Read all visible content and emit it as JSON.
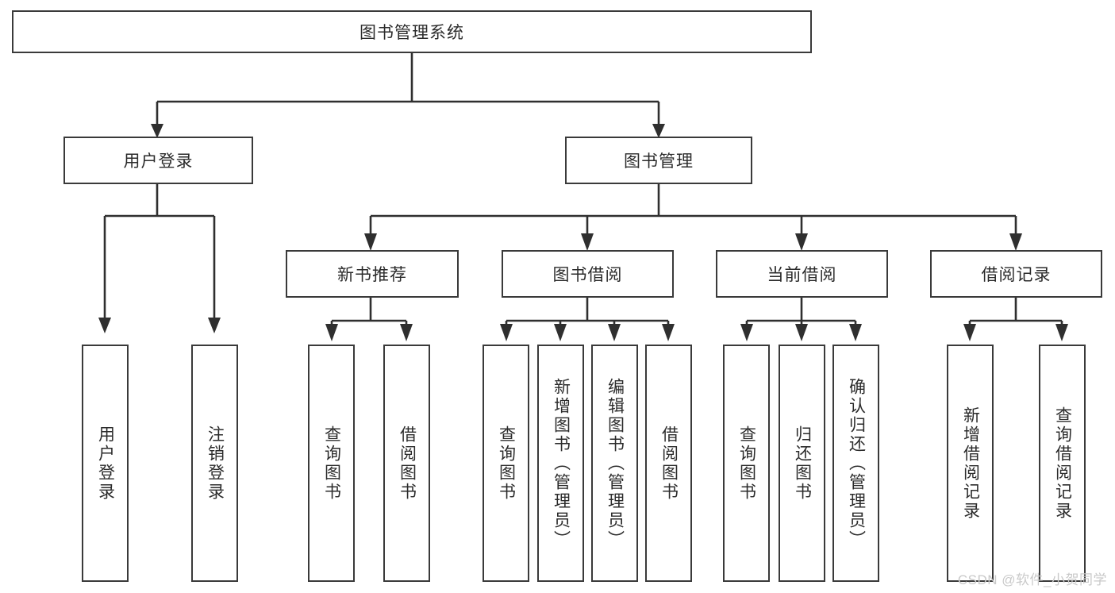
{
  "diagram": {
    "type": "tree",
    "title": "图书管理系统",
    "root": {
      "label": "图书管理系统"
    },
    "level1": [
      {
        "id": "user-login",
        "label": "用户登录"
      },
      {
        "id": "book-manage",
        "label": "图书管理"
      }
    ],
    "level2": [
      {
        "id": "new-book-recommend",
        "label": "新书推荐",
        "parent": "book-manage"
      },
      {
        "id": "book-borrow",
        "label": "图书借阅",
        "parent": "book-manage"
      },
      {
        "id": "current-borrow",
        "label": "当前借阅",
        "parent": "book-manage"
      },
      {
        "id": "borrow-record",
        "label": "借阅记录",
        "parent": "book-manage"
      }
    ],
    "leaves": [
      {
        "id": "leaf-user-login",
        "label": "用户登录",
        "parent": "user-login"
      },
      {
        "id": "leaf-logout",
        "label": "注销登录",
        "parent": "user-login"
      },
      {
        "id": "leaf-query-book-1",
        "label": "查询图书",
        "parent": "new-book-recommend"
      },
      {
        "id": "leaf-borrow-book-1",
        "label": "借阅图书",
        "parent": "new-book-recommend"
      },
      {
        "id": "leaf-query-book-2",
        "label": "查询图书",
        "parent": "book-borrow"
      },
      {
        "id": "leaf-add-book",
        "label": "新增图书（管理员）",
        "parent": "book-borrow"
      },
      {
        "id": "leaf-edit-book",
        "label": "编辑图书（管理员）",
        "parent": "book-borrow"
      },
      {
        "id": "leaf-borrow-book-2",
        "label": "借阅图书",
        "parent": "book-borrow"
      },
      {
        "id": "leaf-query-book-3",
        "label": "查询图书",
        "parent": "current-borrow"
      },
      {
        "id": "leaf-return-book",
        "label": "归还图书",
        "parent": "current-borrow"
      },
      {
        "id": "leaf-confirm-return",
        "label": "确认归还（管理员）",
        "parent": "current-borrow"
      },
      {
        "id": "leaf-add-record",
        "label": "新增借阅记录",
        "parent": "borrow-record"
      },
      {
        "id": "leaf-query-record",
        "label": "查询借阅记录",
        "parent": "borrow-record"
      }
    ],
    "colors": {
      "border": "#3a3a3a",
      "connector": "#2f2f2f",
      "text": "#2b2b2b",
      "background": "#ffffff",
      "watermark": "#c9c9c9"
    }
  },
  "watermark": {
    "text": "CSDN @软件_小贺同学"
  }
}
